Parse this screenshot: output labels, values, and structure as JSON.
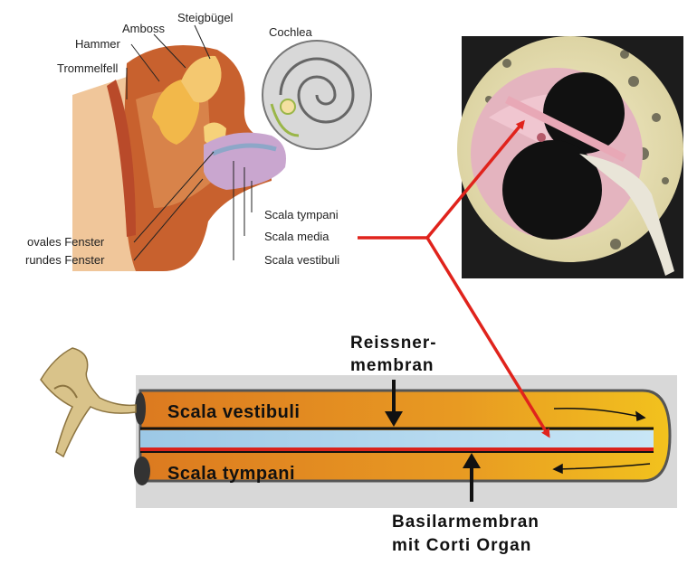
{
  "ear_labels": {
    "amboss": "Amboss",
    "steigbuegel": "Steigbügel",
    "cochlea": "Cochlea",
    "hammer": "Hammer",
    "trommelfell": "Trommelfell",
    "scala_tympani": "Scala tympani",
    "scala_media": "Scala media",
    "scala_vestibuli": "Scala vestibuli",
    "ovales_fenster": "ovales Fenster",
    "rundes_fenster": "rundes Fenster"
  },
  "schematic": {
    "reissner_line1": "Reissner-",
    "reissner_line2": "membran",
    "scala_vestibuli": "Scala vestibuli",
    "scala_tympani": "Scala tympani",
    "basilar_line1": "Basilarmembran",
    "basilar_line2": "mit Corti Organ"
  },
  "colors": {
    "pointer_arrow": "#e0231c",
    "duct_orange": "#e8901e",
    "membrane_blue": "#a9d4ee",
    "basilar_red": "#d9231c"
  }
}
